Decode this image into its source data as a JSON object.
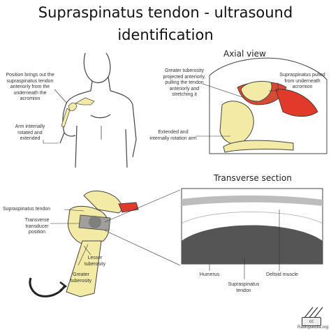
{
  "title_line1": "Supraspinatus tendon - ultrasound",
  "title_line2": "identification",
  "axial_view": {
    "heading": "Axial view",
    "greater_tuberosity": "Greater tuberosity projected anteriorly, pulling the tendon anteriorly and stretching it",
    "supraspinatus_pulled": "Supraspinatus pulled from underneath acromion",
    "extended_arm": "Extended and internally rotation arm"
  },
  "body_figure": {
    "position_brings": "Position brings out the supraspinatus tendon anteriorly from the underneath the acromion",
    "arm_internally": "Arm internally rotated and extended"
  },
  "shoulder": {
    "supraspinatus_tendon": "Supraspinatus tendon",
    "transducer": "Transverse transducer position",
    "lesser_tuberosity": "Lesser tuberosity",
    "greater_tuberosity": "Greater tuberosity"
  },
  "transverse": {
    "heading": "Transverse section",
    "humerus": "Humerus",
    "supraspinatus_tendon": "Supraspinatus tendon",
    "deltoid": "Deltoid muscle"
  },
  "footer": {
    "license_badge": "cc",
    "site": "Radiopaedia.org"
  },
  "colors": {
    "bone": "#f3eaa6",
    "muscle_red": "#e23a2a",
    "outline": "#444444",
    "ultrasound_dark": "#555555",
    "ultrasound_mid": "#bdbdbd"
  }
}
